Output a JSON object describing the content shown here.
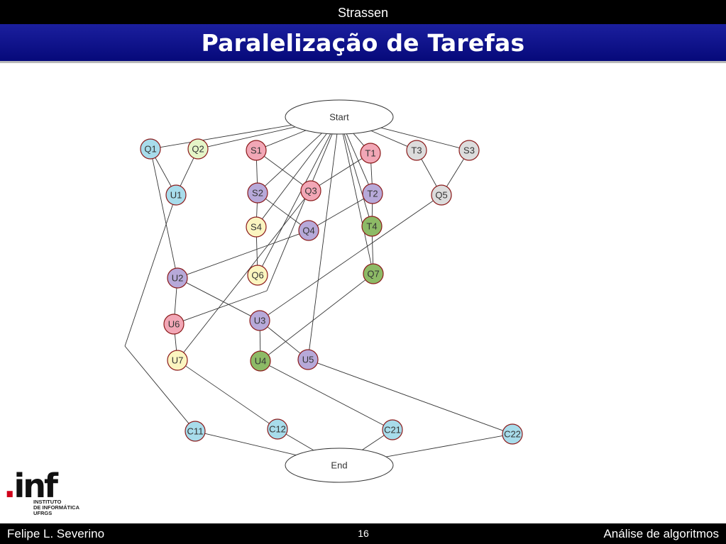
{
  "header": {
    "section": "Strassen",
    "title": "Paralelização de Tarefas"
  },
  "graph": {
    "nodes": [
      {
        "id": "start",
        "label": "Start",
        "shape": "ellipse",
        "color": "#ffffff"
      },
      {
        "id": "end",
        "label": "End",
        "shape": "ellipse",
        "color": "#ffffff"
      },
      {
        "id": "q1",
        "label": "Q1",
        "color": "#a8dceb"
      },
      {
        "id": "q2",
        "label": "Q2",
        "color": "#e5f5c8"
      },
      {
        "id": "s1",
        "label": "S1",
        "color": "#f2a7b6"
      },
      {
        "id": "t1",
        "label": "T1",
        "color": "#f2a7b6"
      },
      {
        "id": "t3",
        "label": "T3",
        "color": "#dcdcdc"
      },
      {
        "id": "s3",
        "label": "S3",
        "color": "#dcdcdc"
      },
      {
        "id": "u1",
        "label": "U1",
        "color": "#a8dceb"
      },
      {
        "id": "s2",
        "label": "S2",
        "color": "#b7a9d9"
      },
      {
        "id": "q3",
        "label": "Q3",
        "color": "#f2a7b6"
      },
      {
        "id": "t2",
        "label": "T2",
        "color": "#b7a9d9"
      },
      {
        "id": "q5",
        "label": "Q5",
        "color": "#dcdcdc"
      },
      {
        "id": "s4",
        "label": "S4",
        "color": "#fbf5c0"
      },
      {
        "id": "q4",
        "label": "Q4",
        "color": "#b7a9d9"
      },
      {
        "id": "t4",
        "label": "T4",
        "color": "#8dba66"
      },
      {
        "id": "u2",
        "label": "U2",
        "color": "#b7a9d9"
      },
      {
        "id": "q6",
        "label": "Q6",
        "color": "#fbf5c0"
      },
      {
        "id": "q7",
        "label": "Q7",
        "color": "#8dba66"
      },
      {
        "id": "u3",
        "label": "U3",
        "color": "#b7a9d9"
      },
      {
        "id": "u6",
        "label": "U6",
        "color": "#f2a7b6"
      },
      {
        "id": "u7",
        "label": "U7",
        "color": "#fbf5c0"
      },
      {
        "id": "u4",
        "label": "U4",
        "color": "#8dba66"
      },
      {
        "id": "u5",
        "label": "U5",
        "color": "#b7a9d9"
      },
      {
        "id": "c11",
        "label": "C11",
        "color": "#a8dceb"
      },
      {
        "id": "c12",
        "label": "C12",
        "color": "#a8dceb"
      },
      {
        "id": "c21",
        "label": "C21",
        "color": "#a8dceb"
      },
      {
        "id": "c22",
        "label": "C22",
        "color": "#a8dceb"
      }
    ],
    "edges": [
      [
        "start",
        "q1"
      ],
      [
        "start",
        "q2"
      ],
      [
        "start",
        "s1"
      ],
      [
        "start",
        "s2"
      ],
      [
        "start",
        "s4"
      ],
      [
        "start",
        "q6"
      ],
      [
        "start",
        "u6"
      ],
      [
        "start",
        "u5"
      ],
      [
        "start",
        "t1"
      ],
      [
        "start",
        "t2"
      ],
      [
        "start",
        "t4"
      ],
      [
        "start",
        "q7"
      ],
      [
        "start",
        "t3"
      ],
      [
        "start",
        "s3"
      ],
      [
        "q1",
        "u1"
      ],
      [
        "q2",
        "u1"
      ],
      [
        "q1",
        "u2"
      ],
      [
        "u1",
        "c11"
      ],
      [
        "s1",
        "s2"
      ],
      [
        "s1",
        "q3"
      ],
      [
        "s2",
        "s4"
      ],
      [
        "s2",
        "q4"
      ],
      [
        "s4",
        "q6"
      ],
      [
        "t1",
        "t2"
      ],
      [
        "t1",
        "q3"
      ],
      [
        "t2",
        "t4"
      ],
      [
        "t2",
        "q4"
      ],
      [
        "t4",
        "q7"
      ],
      [
        "t3",
        "q5"
      ],
      [
        "s3",
        "q5"
      ],
      [
        "q5",
        "u3"
      ],
      [
        "q3",
        "u7"
      ],
      [
        "q4",
        "u2"
      ],
      [
        "u2",
        "u6"
      ],
      [
        "u2",
        "u3"
      ],
      [
        "u6",
        "u7"
      ],
      [
        "u3",
        "u4"
      ],
      [
        "u3",
        "u5"
      ],
      [
        "q7",
        "u4"
      ],
      [
        "u7",
        "c12"
      ],
      [
        "u4",
        "c21"
      ],
      [
        "u5",
        "c22"
      ],
      [
        "c11",
        "end"
      ],
      [
        "c12",
        "end"
      ],
      [
        "c21",
        "end"
      ],
      [
        "c22",
        "end"
      ]
    ]
  },
  "logo": {
    "mark": "inf",
    "line1": "INSTITUTO",
    "line2": "DE INFORMÁTICA",
    "line3": "UFRGS"
  },
  "footer": {
    "author": "Felipe L. Severino",
    "page": "16",
    "course": "Análise de algoritmos"
  },
  "colors": {
    "title_bar": "#0b0f8a",
    "top_bar": "#000000",
    "logo_dot": "#d0021b",
    "node_border": "#8b1a1a"
  }
}
